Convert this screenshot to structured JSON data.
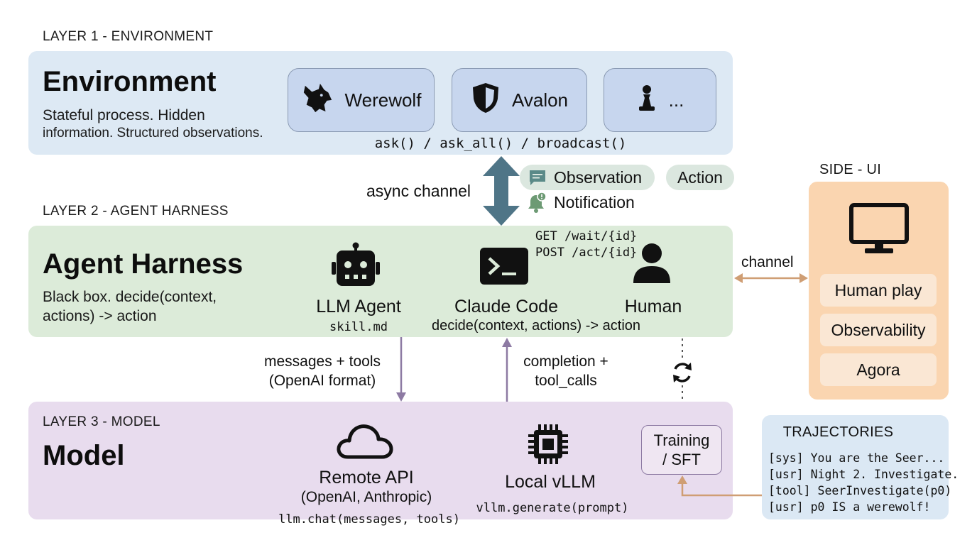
{
  "layer1": {
    "label": "LAYER 1 - ENVIRONMENT",
    "title": "Environment",
    "desc_line1": "Stateful process. Hidden",
    "desc_line2": "information. Structured observations.",
    "games": [
      {
        "label": "Werewolf",
        "icon": "wolf-icon"
      },
      {
        "label": "Avalon",
        "icon": "shield-icon"
      },
      {
        "label": "...",
        "icon": "chess-pawn-icon"
      }
    ],
    "api": "ask() / ask_all() / broadcast()"
  },
  "channel": {
    "async_label": "async channel",
    "observation": "Observation",
    "action": "Action",
    "notification": "Notification",
    "endpoint_get": "GET /wait/{id}",
    "endpoint_post": "POST /act/{id}"
  },
  "layer2": {
    "label": "LAYER 2 - AGENT HARNESS",
    "title": "Agent Harness",
    "desc_line1": "Black box. decide(context,",
    "desc_line2": "actions) -> action",
    "agents": [
      {
        "label": "LLM Agent",
        "sub": "skill.md",
        "icon": "robot-icon"
      },
      {
        "label": "Claude Code",
        "sub": "decide(context, actions) -> action",
        "icon": "terminal-icon"
      },
      {
        "label": "Human",
        "icon": "person-icon"
      }
    ]
  },
  "flows": {
    "down_line1": "messages + tools",
    "down_line2": "(OpenAI format)",
    "up_line1": "completion +",
    "up_line2": "tool_calls"
  },
  "layer3": {
    "label": "LAYER 3 - MODEL",
    "title": "Model",
    "remote": {
      "label": "Remote API",
      "sub": "(OpenAI, Anthropic)",
      "code": "llm.chat(messages, tools)",
      "icon": "cloud-icon"
    },
    "local": {
      "label": "Local vLLM",
      "code": "vllm.generate(prompt)",
      "icon": "chip-icon"
    },
    "training_line1": "Training",
    "training_line2": "/ SFT"
  },
  "side_ui": {
    "label": "SIDE - UI",
    "channel_label": "channel",
    "items": [
      "Human play",
      "Observability",
      "Agora"
    ]
  },
  "trajectories": {
    "title": "TRAJECTORIES",
    "lines": [
      "[sys] You are the Seer...",
      "[usr] Night 2. Investigate.",
      "[tool] SeerInvestigate(p0)",
      "[usr] p0 IS a werewolf!"
    ]
  },
  "colors": {
    "layer1_bg": "#dde9f4",
    "layer2_bg": "#dcebd9",
    "layer3_bg": "#e8dcee",
    "side_bg": "#fad5b0",
    "traj_bg": "#dbe8f4",
    "arrow_blue": "#4f7587",
    "arrow_purple": "#8d7aa3",
    "arrow_orange": "#cf9e74"
  }
}
